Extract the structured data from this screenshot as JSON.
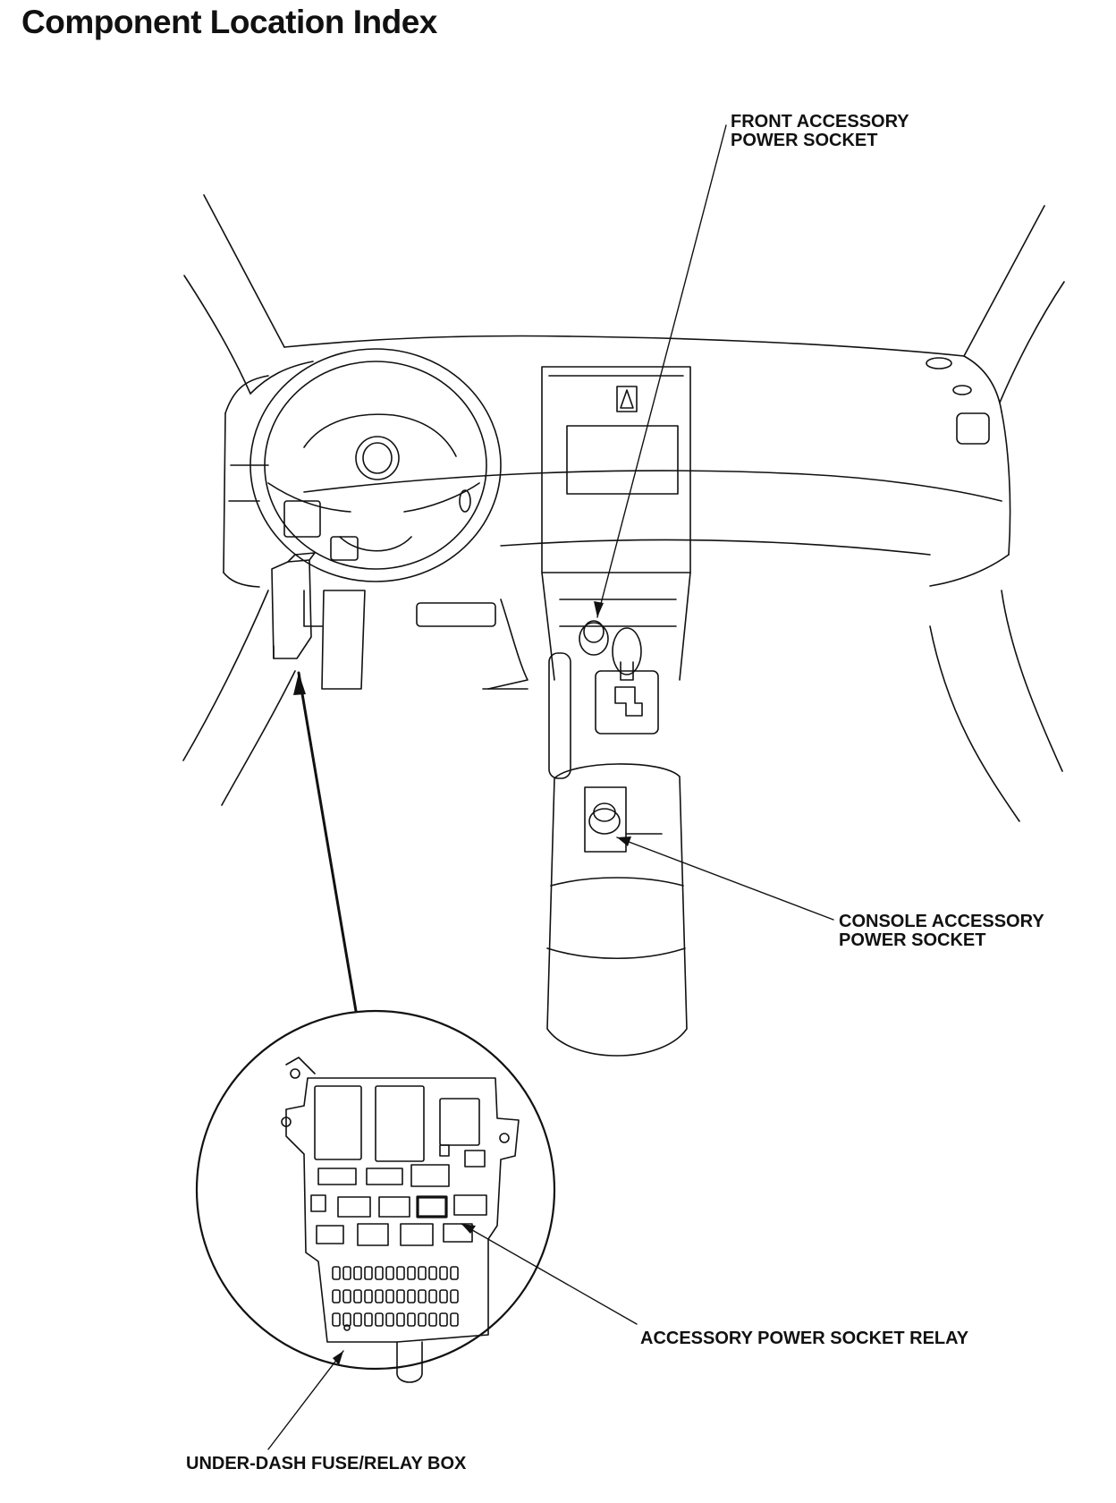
{
  "title": "Component Location Index",
  "labels": {
    "front_socket": "FRONT ACCESSORY\nPOWER SOCKET",
    "console_socket": "CONSOLE ACCESSORY\nPOWER SOCKET",
    "relay": "ACCESSORY POWER SOCKET RELAY",
    "fuse_box": "UNDER-DASH FUSE/RELAY BOX"
  },
  "colors": {
    "ink": "#111111",
    "paper": "#ffffff"
  }
}
